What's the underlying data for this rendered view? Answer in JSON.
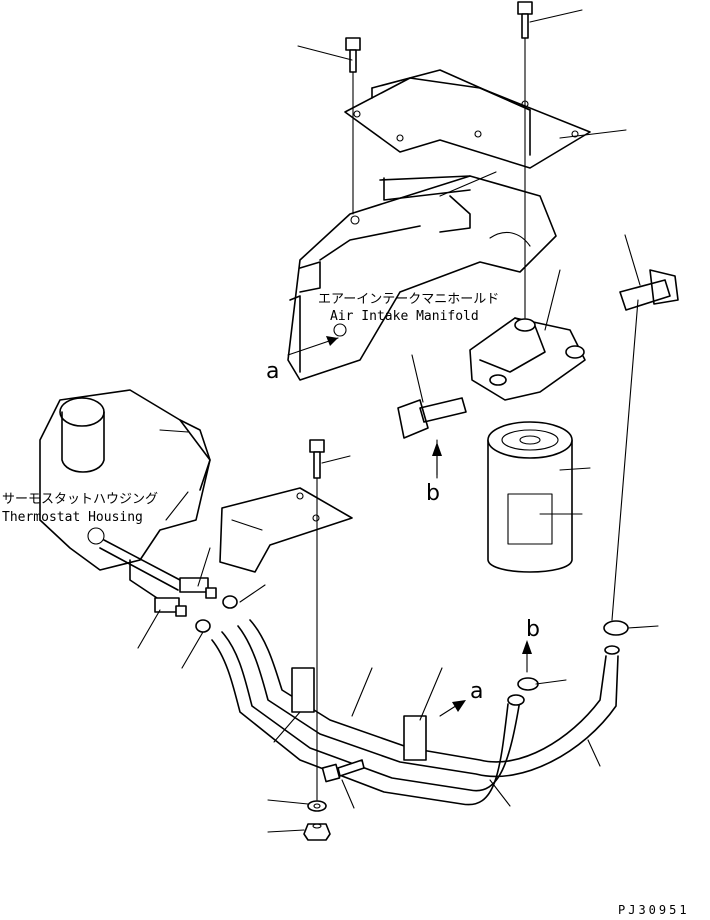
{
  "labels": {
    "air_intake_jp": "エアーインテークマニホールド",
    "air_intake_en": "Air Intake Manifold",
    "thermostat_jp": "サーモスタットハウジング",
    "thermostat_en": "Thermostat Housing",
    "marker_a": "a",
    "marker_b": "b",
    "part_code": "PJ30951"
  }
}
